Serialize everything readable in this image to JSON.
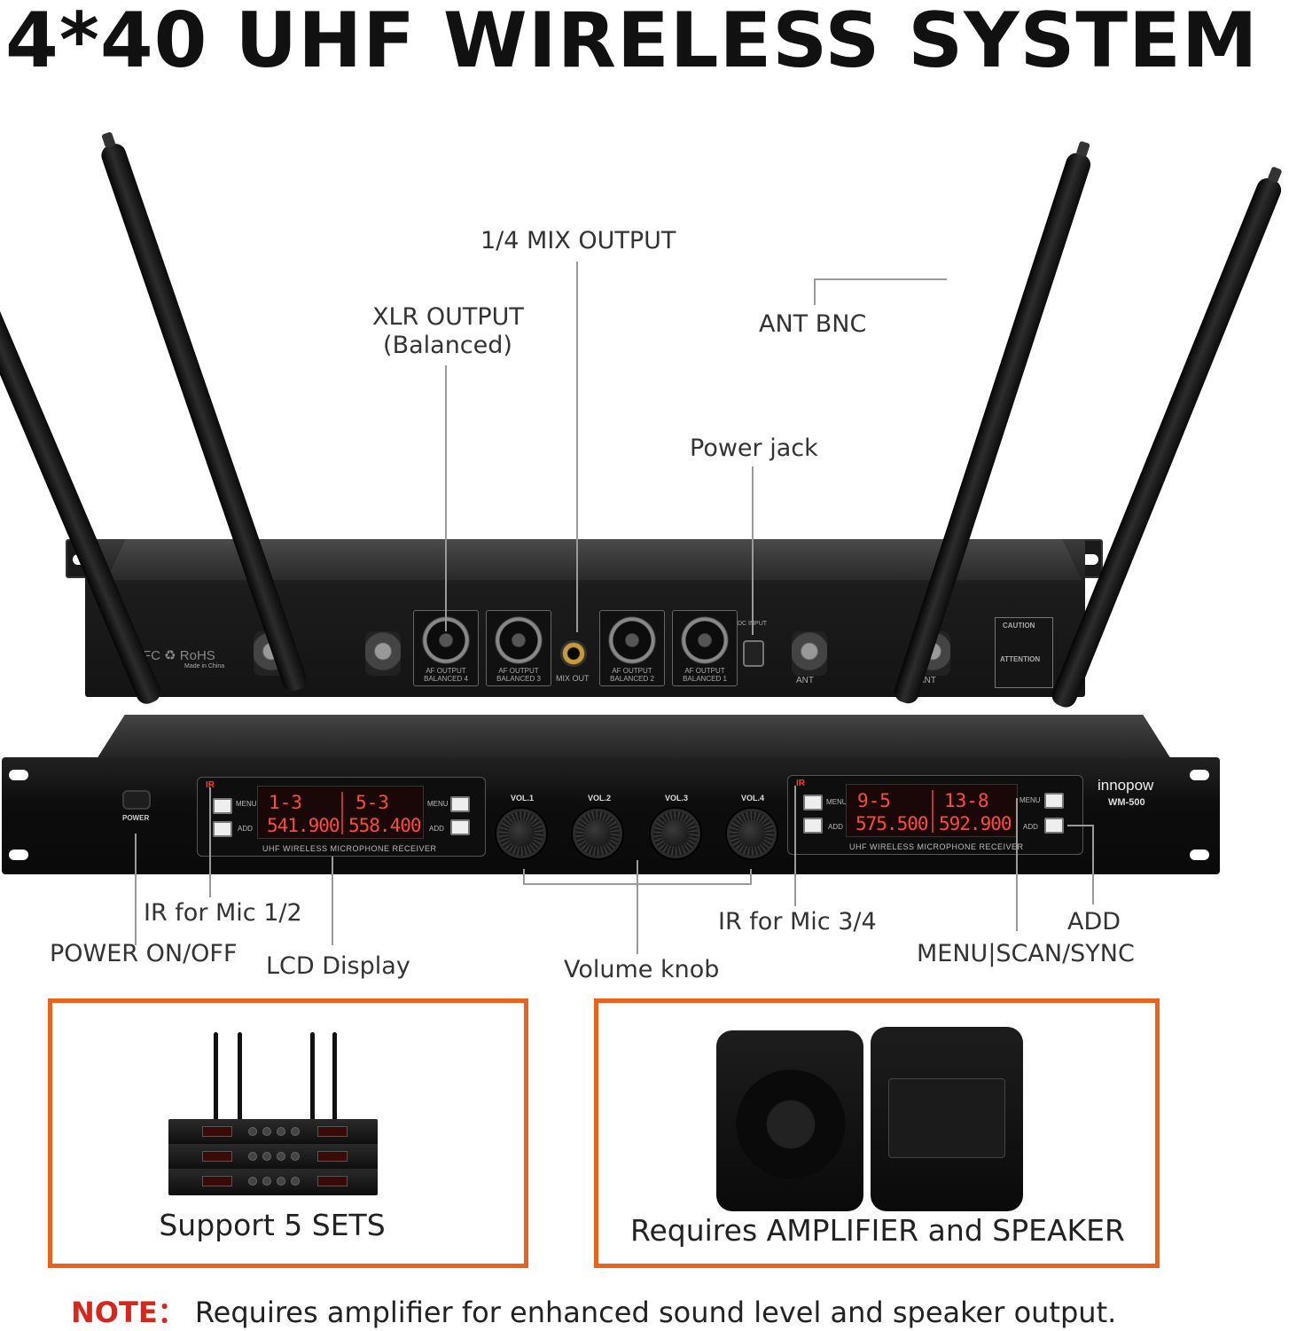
{
  "headline": "4*40 UHF WIRELESS SYSTEM",
  "rear_callouts": {
    "mix_output": "1/4 MIX OUTPUT",
    "xlr_output_line1": "XLR OUTPUT",
    "xlr_output_line2": "(Balanced)",
    "ant_bnc": "ANT BNC",
    "power_jack": "Power jack"
  },
  "rear_panel": {
    "certs": "CE FC ♻ RoHS",
    "made_in": "Made in China",
    "xlr_ports": [
      "AF OUTPUT BALANCED 4",
      "AF OUTPUT BALANCED 3",
      "AF OUTPUT BALANCED 2",
      "AF OUTPUT BALANCED 1"
    ],
    "mix_out": "MIX OUT",
    "dc_input": "DC INPUT",
    "ant_left": "ANT",
    "ant_right": "ANT",
    "caution": "CAUTION",
    "attention": "ATTENTION"
  },
  "front_panel": {
    "power": "POWER",
    "ir": "IR",
    "menu": "MENU",
    "add": "ADD",
    "receiver_caption": "UHF WIRELESS MICROPHONE RECEIVER",
    "lcd_left": {
      "ch_a": "1-3",
      "ch_b": "5-3",
      "freq_a": "541.900",
      "freq_b": "558.400"
    },
    "lcd_right": {
      "ch_a": "9-5",
      "ch_b": "13-8",
      "freq_a": "575.500",
      "freq_b": "592.900"
    },
    "volumes": [
      "VOL.1",
      "VOL.2",
      "VOL.3",
      "VOL.4"
    ],
    "brand": "innopow",
    "model": "WM-500"
  },
  "front_callouts": {
    "ir_mic_12": "IR for Mic 1/2",
    "power_onoff": "POWER ON/OFF",
    "lcd_display": "LCD Display",
    "volume_knob": "Volume knob",
    "ir_mic_34": "IR for Mic 3/4",
    "add": "ADD",
    "menu_scan_sync": "MENU|SCAN/SYNC"
  },
  "feature_boxes": {
    "support_sets": "Support 5 SETS",
    "requires_amp": "Requires AMPLIFIER and SPEAKER"
  },
  "note": {
    "prefix": "NOTE：",
    "text": " Requires amplifier for enhanced sound level and speaker output."
  },
  "colors": {
    "accent_orange": "#e9631d",
    "note_red": "#d8261d",
    "lcd_red": "#ff4a3a"
  }
}
